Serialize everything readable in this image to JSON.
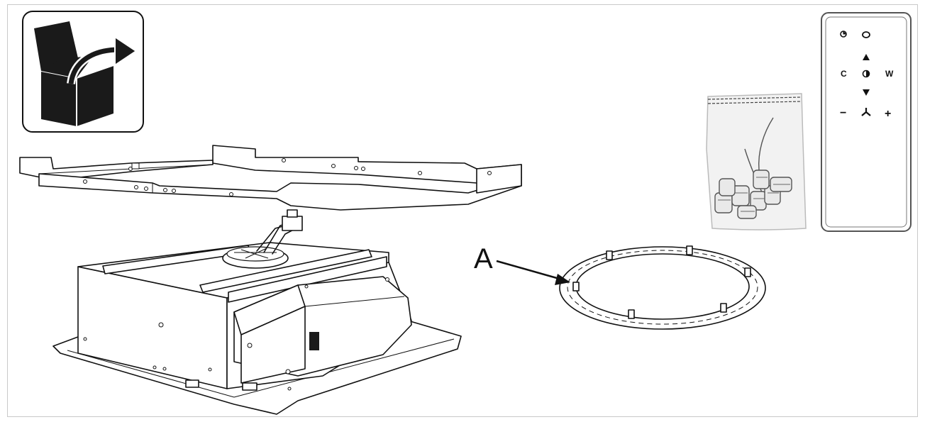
{
  "callout": {
    "letter": "A"
  },
  "remote": {
    "row1": [
      "",
      ""
    ],
    "row2_left": "C",
    "row2_right": "W",
    "row3_left": "−",
    "row3_right": "+"
  },
  "icons": [
    "unpack-box-icon",
    "mounting-frame",
    "hood-motor-unit",
    "gasket-ring",
    "screw-bag",
    "remote-control"
  ]
}
